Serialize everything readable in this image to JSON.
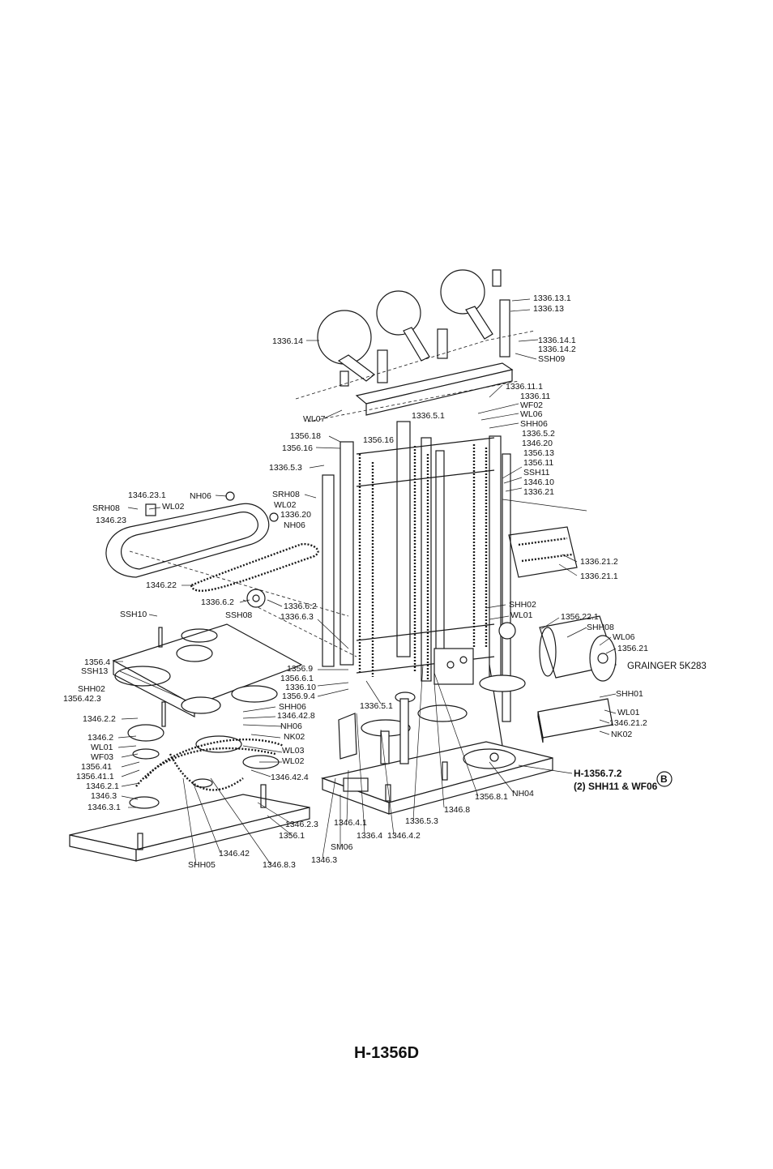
{
  "figure_title": "H-1356D",
  "callouts": [
    "1336.13.1",
    "1336.13",
    "1336.14",
    "1336.14.1",
    "1336.14.2",
    "SSH09",
    "1336.11.1",
    "1336.11",
    "WF02",
    "WL06",
    "SHH06",
    "1336.5.2",
    "1346.20",
    "1356.13",
    "1356.11",
    "SSH11",
    "1346.10",
    "1336.21",
    "WL07",
    "1356.18",
    "1336.5.1",
    "1356.16",
    "1356.16",
    "1336.5.3",
    "1346.23.1",
    "SRH08",
    "WL02",
    "1346.23",
    "NH06",
    "SRH08",
    "WL02",
    "1336.20",
    "NH06",
    "1346.22",
    "1336.21.2",
    "1336.21.1",
    "1336.6.2",
    "SSH08",
    "1336.6.2",
    "1336.6.3",
    "SSH10",
    "SHH02",
    "WL01",
    "1356.22.1",
    "SHH08",
    "WL06",
    "1356.21",
    "GRAINGER 5K283",
    "1356.4",
    "SSH13",
    "1356.9",
    "1356.6.1",
    "1336.10",
    "1356.9.4",
    "SHH06",
    "1346.42.8",
    "NH06",
    "NK02",
    "SHH02",
    "1356.42.3",
    "1346.2.2",
    "1346.2",
    "WL01",
    "WF03",
    "1356.41",
    "1356.41.1",
    "1346.2.1",
    "1346.3",
    "1346.3.1",
    "WL03",
    "WL02",
    "1346.42.4",
    "1336.5.1",
    "SHH01",
    "WL01",
    "1346.21.2",
    "NK02",
    "H-1356.7.2",
    "(2) SHH11 & WF06",
    "B",
    "1346.2.3",
    "1356.1",
    "1346.4.1",
    "1336.4",
    "1346.4.2",
    "1336.5.3",
    "1346.8",
    "1356.8.1",
    "NH04",
    "SM06",
    "1346.3",
    "SHH05",
    "1346.42",
    "1346.8.3"
  ]
}
